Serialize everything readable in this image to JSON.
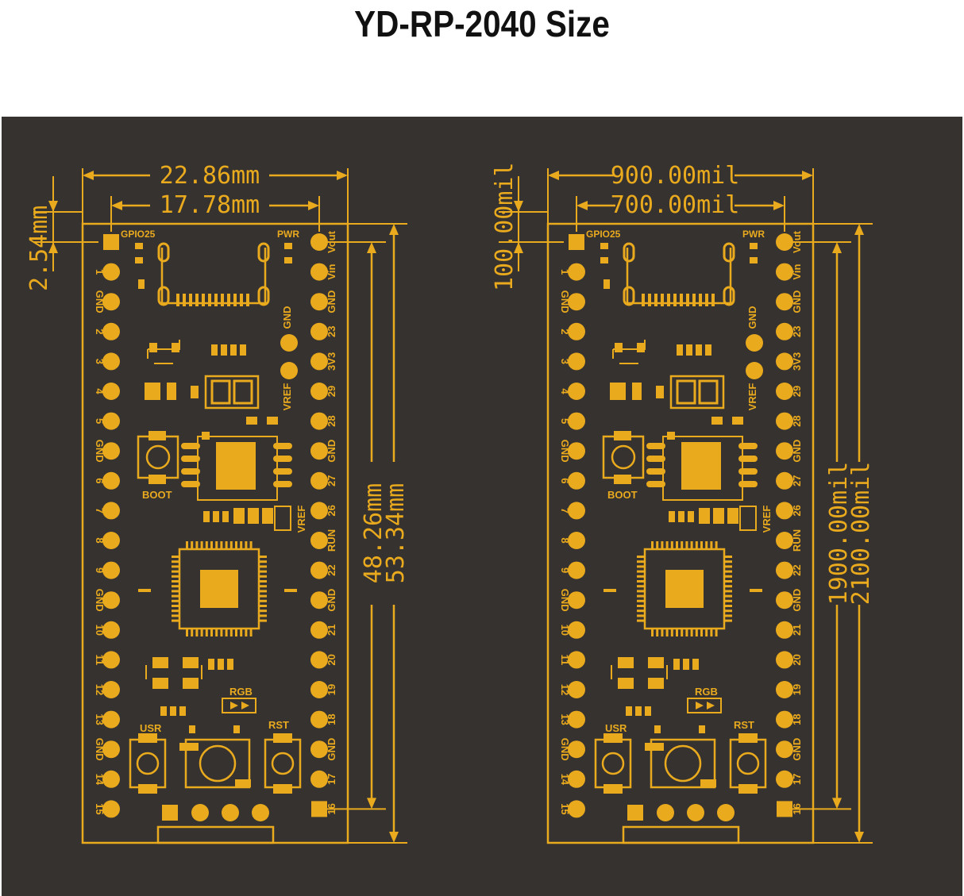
{
  "title": "YD-RP-2040 Size",
  "colors": {
    "background": "#363230",
    "gold": "#e9aa1e",
    "title": "#111111"
  },
  "boards": [
    {
      "id": "mm",
      "dims": {
        "width": "22.86mm",
        "pin_span": "17.78mm",
        "pitch": "2.54mm",
        "pin_length": "48.26mm",
        "length": "53.34mm"
      }
    },
    {
      "id": "mil",
      "dims": {
        "width": "900.00mil",
        "pin_span": "700.00mil",
        "pitch": "100.00mil",
        "pin_length": "1900.00mil",
        "length": "2100.00mil"
      }
    }
  ],
  "labels": {
    "gpio25": "GPIO25",
    "pwr": "PWR",
    "boot": "BOOT",
    "vref": "VREF",
    "rgb": "RGB",
    "usr": "USR",
    "rst": "RST",
    "gnd": "GND"
  },
  "left_pins": [
    "",
    "1",
    "GND",
    "2",
    "3",
    "4",
    "5",
    "GND",
    "6",
    "7",
    "8",
    "9",
    "GND",
    "10",
    "11",
    "12",
    "13",
    "GND",
    "14",
    "15"
  ],
  "right_pins": [
    "Vout",
    "Vin",
    "GND",
    "23",
    "3V3",
    "29",
    "28",
    "GND",
    "27",
    "26",
    "RUN",
    "22",
    "GND",
    "21",
    "20",
    "19",
    "18",
    "GND",
    "17",
    "16"
  ]
}
